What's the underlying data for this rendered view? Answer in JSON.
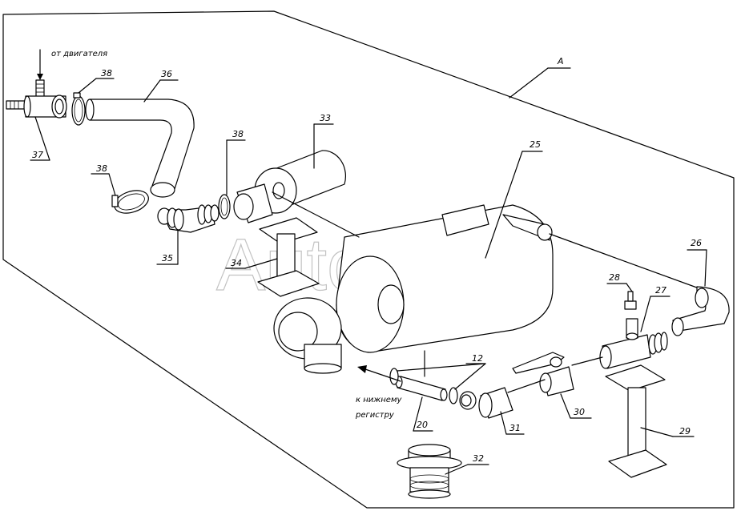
{
  "diagram": {
    "area_letter": "A",
    "watermark": "AutoSoft",
    "note_from_engine": "от двигателя",
    "note_to_register_line1": "к нижнему",
    "note_to_register_line2": "регистру",
    "parts": {
      "p12": "12",
      "p20": "20",
      "p25": "25",
      "p26": "26",
      "p27": "27",
      "p28": "28",
      "p29": "29",
      "p30": "30",
      "p31": "31",
      "p32": "32",
      "p33": "33",
      "p34": "34",
      "p35": "35",
      "p36": "36",
      "p37": "37",
      "p38a": "38",
      "p38b": "38",
      "p38c": "38"
    }
  }
}
